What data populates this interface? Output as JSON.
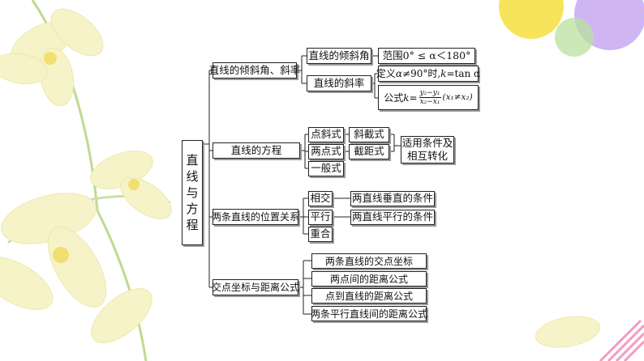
{
  "colors": {
    "yellow_circle": "#f7e45a",
    "purple_circle": "#c7a8f2",
    "green_circle": "#b9e29e",
    "flower_petal": "#f6f3c7",
    "stem": "#bcd98a",
    "stripe_pink": "#f29bc0"
  },
  "root": {
    "chars": [
      "直",
      "线",
      "与",
      "方",
      "程"
    ]
  },
  "branches": {
    "inclination": {
      "label": "直线的倾斜角、斜率",
      "angle": {
        "label": "直线的倾斜角",
        "range": "范围0° ≤ α＜180°"
      },
      "slope": {
        "label": "直线的斜率",
        "def_prefix": "定义",
        "def_var": "α",
        "def_mid": "≠90°时,",
        "def_k": "k",
        "def_suffix": "=tan α",
        "formula_prefix": "公式",
        "formula_k": "k",
        "formula_eq": "=",
        "frac_num": "y₂−y₁",
        "frac_den": "x₂−x₁",
        "formula_cond": "(x₁≠x₂)"
      }
    },
    "equations": {
      "label": "直线的方程",
      "forms": [
        "点斜式",
        "两点式",
        "一般式"
      ],
      "derived": [
        "斜截式",
        "截距式"
      ],
      "note": [
        "适用条件及",
        "相互转化"
      ]
    },
    "positions": {
      "label": "两条直线的位置关系",
      "relations": [
        "相交",
        "平行",
        "重合"
      ],
      "conditions": [
        "两直线垂直的条件",
        "两直线平行的条件"
      ]
    },
    "distance": {
      "label": "交点坐标与距离公式",
      "items": [
        "两条直线的交点坐标",
        "两点间的距离公式",
        "点到直线的距离公式",
        "两条平行直线间的距离公式"
      ]
    }
  }
}
